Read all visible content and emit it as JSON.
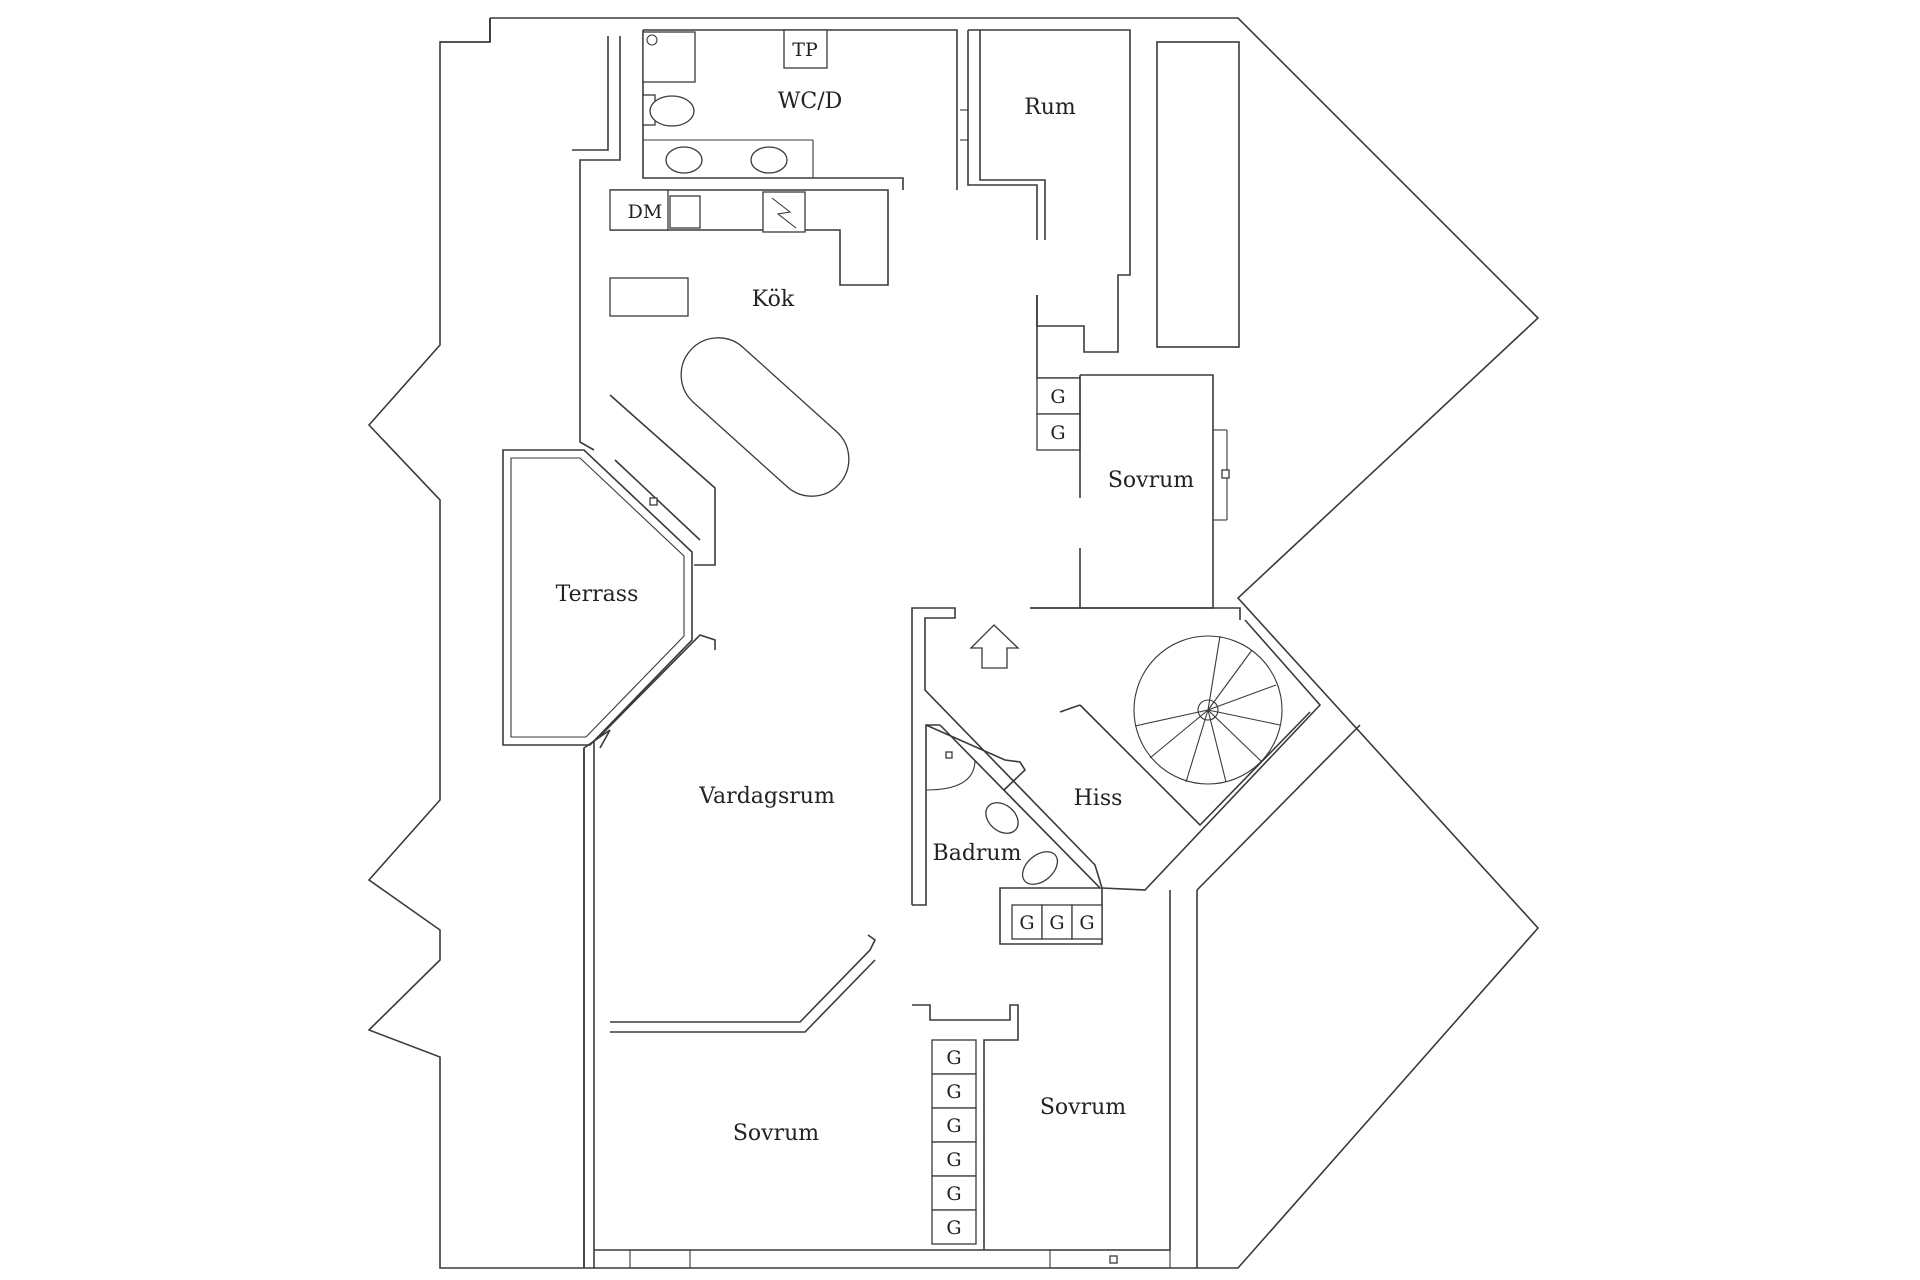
{
  "colors": {
    "line": "#3a3a3a",
    "background": "#ffffff",
    "text": "#222222"
  },
  "rooms": {
    "wc": "WC/D",
    "rum": "Rum",
    "kok": "Kök",
    "sovrum_east": "Sovrum",
    "terrass": "Terrass",
    "vardagsrum": "Vardagsrum",
    "hiss": "Hiss",
    "badrum": "Badrum",
    "sovrum_sw": "Sovrum",
    "sovrum_se": "Sovrum"
  },
  "tags": {
    "tp": "TP",
    "dm": "DM",
    "wardrobe": "G"
  },
  "icons": {
    "arrow": "up-arrow-icon",
    "stairs": "spiral-stair-icon"
  }
}
